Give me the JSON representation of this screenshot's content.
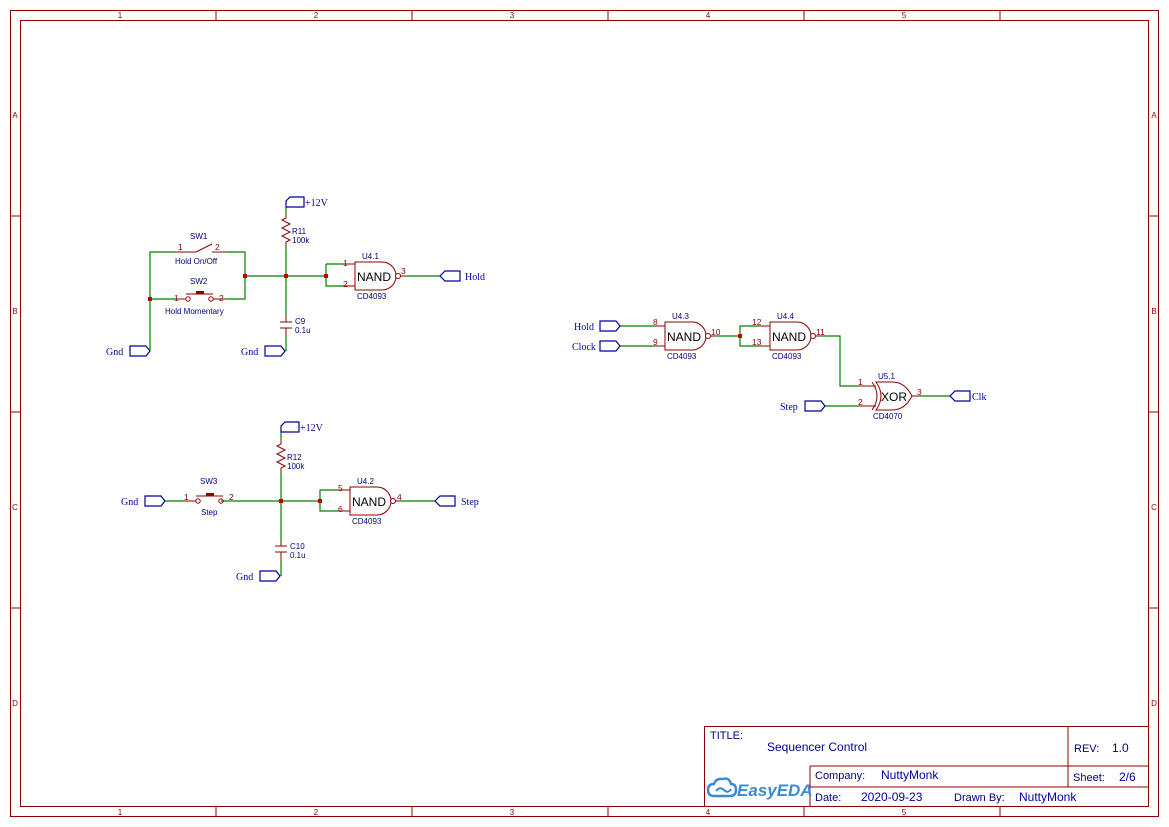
{
  "frame": {
    "columns": [
      "1",
      "2",
      "3",
      "4",
      "5"
    ],
    "rows": [
      "A",
      "B",
      "C",
      "D"
    ]
  },
  "nets": {
    "plus12v_a": "+12V",
    "plus12v_b": "+12V",
    "gnd_sw": "Gnd",
    "gnd_c9": "Gnd",
    "gnd_sw3": "Gnd",
    "gnd_c10": "Gnd",
    "hold_out": "Hold",
    "step_out": "Step",
    "hold_in": "Hold",
    "clock_in": "Clock",
    "step_in": "Step",
    "clk_out": "Clk"
  },
  "components": {
    "sw1": {
      "ref": "SW1",
      "value": "Hold On/Off",
      "pin1": "1",
      "pin2": "2"
    },
    "sw2": {
      "ref": "SW2",
      "value": "Hold Momentary",
      "pin1": "1",
      "pin2": "2"
    },
    "sw3": {
      "ref": "SW3",
      "value": "Step",
      "pin1": "1",
      "pin2": "2"
    },
    "r11": {
      "ref": "R11",
      "value": "100k"
    },
    "r12": {
      "ref": "R12",
      "value": "100k"
    },
    "c9": {
      "ref": "C9",
      "value": "0.1u"
    },
    "c10": {
      "ref": "C10",
      "value": "0.1u"
    },
    "u41": {
      "ref": "U4.1",
      "part": "CD4093",
      "type": "NAND",
      "in1": "1",
      "in2": "2",
      "out": "3"
    },
    "u42": {
      "ref": "U4.2",
      "part": "CD4093",
      "type": "NAND",
      "in1": "5",
      "in2": "6",
      "out": "4"
    },
    "u43": {
      "ref": "U4.3",
      "part": "CD4093",
      "type": "NAND",
      "in1": "8",
      "in2": "9",
      "out": "10"
    },
    "u44": {
      "ref": "U4.4",
      "part": "CD4093",
      "type": "NAND",
      "in1": "12",
      "in2": "13",
      "out": "11"
    },
    "u51": {
      "ref": "U5.1",
      "part": "CD4070",
      "type": "XOR",
      "in1": "1",
      "in2": "2",
      "out": "3"
    }
  },
  "title_block": {
    "title_label": "TITLE:",
    "title": "Sequencer Control",
    "rev_label": "REV:",
    "rev": "1.0",
    "company_label": "Company:",
    "company": "NuttyMonk",
    "sheet_label": "Sheet:",
    "sheet": "2/6",
    "date_label": "Date:",
    "date": "2020-09-23",
    "drawn_label": "Drawn By:",
    "drawn_by": "NuttyMonk",
    "logo": "EasyEDA",
    "logo_icon": "cloud-icon"
  },
  "colors": {
    "frame": "#8b0000",
    "wire": "#008000",
    "net_label": "#0000a0",
    "junction": "#c00000"
  }
}
